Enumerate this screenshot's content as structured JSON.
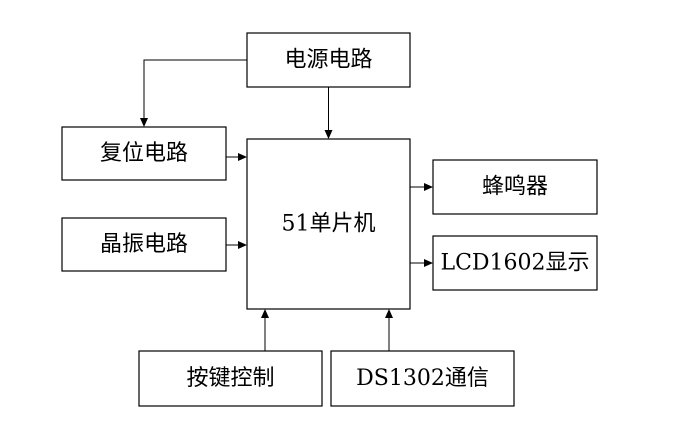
{
  "blocks": {
    "power": "电源电路",
    "reset": "复位电路",
    "crystal": "晶振电路",
    "mcu": "51单片机",
    "buzzer": "蜂鸣器",
    "lcd": "LCD1602显示",
    "keys": "按键控制",
    "rtc": "DS1302通信"
  },
  "colors": {
    "stroke": "#000000",
    "background": "#ffffff"
  }
}
